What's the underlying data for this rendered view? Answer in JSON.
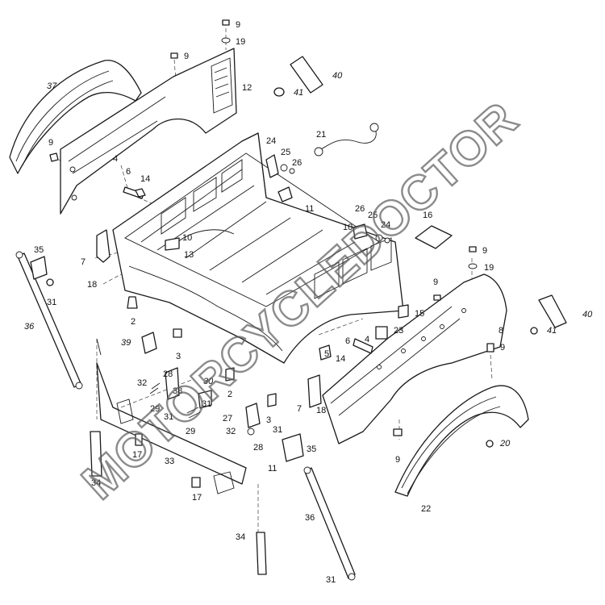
{
  "watermark": "MOTORCYCLEDOCTOR",
  "callouts": [
    {
      "id": "c9a",
      "text": "9"
    },
    {
      "id": "c19a",
      "text": "19"
    },
    {
      "id": "c9b",
      "text": "9"
    },
    {
      "id": "c12",
      "text": "12"
    },
    {
      "id": "c37",
      "text": "37"
    },
    {
      "id": "c40a",
      "text": "40"
    },
    {
      "id": "c41a",
      "text": "41"
    },
    {
      "id": "c9c",
      "text": "9"
    },
    {
      "id": "c21",
      "text": "21"
    },
    {
      "id": "c24a",
      "text": "24"
    },
    {
      "id": "c25a",
      "text": "25"
    },
    {
      "id": "c26a",
      "text": "26"
    },
    {
      "id": "c4a",
      "text": "4"
    },
    {
      "id": "c6a",
      "text": "6"
    },
    {
      "id": "c14a",
      "text": "14"
    },
    {
      "id": "c11a",
      "text": "11"
    },
    {
      "id": "c16",
      "text": "16"
    },
    {
      "id": "c26b",
      "text": "26"
    },
    {
      "id": "c25b",
      "text": "25"
    },
    {
      "id": "c10a",
      "text": "10"
    },
    {
      "id": "c24b",
      "text": "24"
    },
    {
      "id": "c10b",
      "text": "10"
    },
    {
      "id": "c35a",
      "text": "35"
    },
    {
      "id": "c7a",
      "text": "7"
    },
    {
      "id": "c13",
      "text": "13"
    },
    {
      "id": "c9d",
      "text": "9"
    },
    {
      "id": "c19b",
      "text": "19"
    },
    {
      "id": "c18a",
      "text": "18"
    },
    {
      "id": "c31a",
      "text": "31"
    },
    {
      "id": "c9e",
      "text": "9"
    },
    {
      "id": "c40b",
      "text": "40"
    },
    {
      "id": "c36a",
      "text": "36"
    },
    {
      "id": "c2a",
      "text": "2"
    },
    {
      "id": "c15",
      "text": "15"
    },
    {
      "id": "c41b",
      "text": "41"
    },
    {
      "id": "c8",
      "text": "8"
    },
    {
      "id": "c39",
      "text": "39"
    },
    {
      "id": "c4b",
      "text": "4"
    },
    {
      "id": "c23",
      "text": "23"
    },
    {
      "id": "c3a",
      "text": "3"
    },
    {
      "id": "c28a",
      "text": "28"
    },
    {
      "id": "c14b",
      "text": "14"
    },
    {
      "id": "c6b",
      "text": "6"
    },
    {
      "id": "c9f",
      "text": "9"
    },
    {
      "id": "c5",
      "text": "5"
    },
    {
      "id": "c32a",
      "text": "32"
    },
    {
      "id": "c30",
      "text": "30"
    },
    {
      "id": "c2b",
      "text": "2"
    },
    {
      "id": "c38",
      "text": "38"
    },
    {
      "id": "c31b",
      "text": "31"
    },
    {
      "id": "c29a",
      "text": "29"
    },
    {
      "id": "c31c",
      "text": "31"
    },
    {
      "id": "c29b",
      "text": "29"
    },
    {
      "id": "c7b",
      "text": "7"
    },
    {
      "id": "c18b",
      "text": "18"
    },
    {
      "id": "c27",
      "text": "27"
    },
    {
      "id": "c3b",
      "text": "3"
    },
    {
      "id": "c31d",
      "text": "31"
    },
    {
      "id": "c32b",
      "text": "32"
    },
    {
      "id": "c28b",
      "text": "28"
    },
    {
      "id": "c35b",
      "text": "35"
    },
    {
      "id": "c17a",
      "text": "17"
    },
    {
      "id": "c33",
      "text": "33"
    },
    {
      "id": "c9g",
      "text": "9"
    },
    {
      "id": "c20",
      "text": "20"
    },
    {
      "id": "c11b",
      "text": "11"
    },
    {
      "id": "c34a",
      "text": "34"
    },
    {
      "id": "c17b",
      "text": "17"
    },
    {
      "id": "c22",
      "text": "22"
    },
    {
      "id": "c36b",
      "text": "36"
    },
    {
      "id": "c34b",
      "text": "34"
    },
    {
      "id": "c31e",
      "text": "31"
    }
  ]
}
